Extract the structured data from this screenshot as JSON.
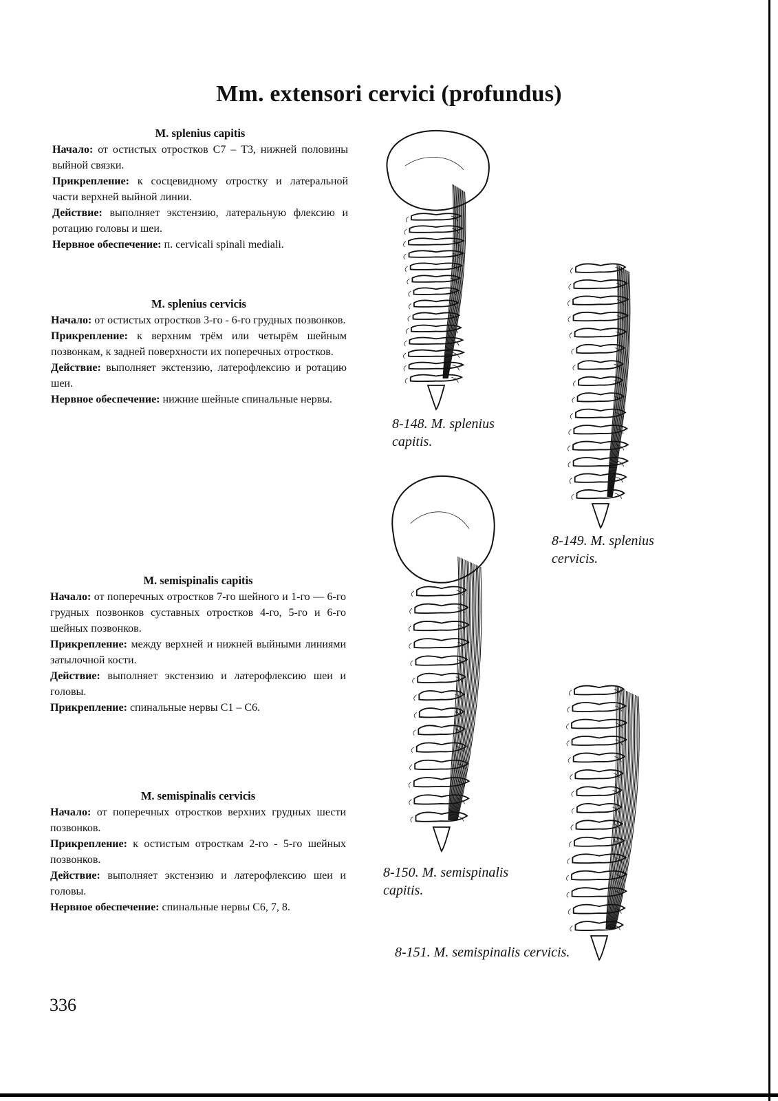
{
  "title": "Mm. extensori cervici (profundus)",
  "sections": [
    {
      "heading": "M. splenius capitis",
      "rows": [
        {
          "label": "Начало:",
          "text": " от остистых отростков С7 – Т3, нижней половины выйной связки."
        },
        {
          "label": "Прикрепление:",
          "text": " к сосцевидному отростку и латеральной части верхней выйной линии."
        },
        {
          "label": "Действие:",
          "text": " выполняет экстензию, латеральную флексию и ротацию головы и шеи."
        },
        {
          "label": "Нервное обеспечение:",
          "text": " п. cervicali spinali mediali."
        }
      ]
    },
    {
      "heading": "M. splenius cervicis",
      "rows": [
        {
          "label": "Начало:",
          "text": " от остистых отростков 3-го - 6-го грудных позвонков."
        },
        {
          "label": "Прикрепление:",
          "text": " к верхним трём или четырём шейным позвонкам, к задней поверхности их поперечных отростков."
        },
        {
          "label": "Действие:",
          "text": " выполняет экстензию, латерофлексию и ротацию шеи."
        },
        {
          "label": "Нервное обеспечение:",
          "text": " нижние шейные спинальные нервы."
        }
      ]
    },
    {
      "heading": "M. semispinalis capitis",
      "rows": [
        {
          "label": "Начало:",
          "text": " от поперечных отростков 7-го шейного и 1-го — 6-го грудных позвонков суставных отростков 4-го, 5-го и 6-го шейных позвонков."
        },
        {
          "label": "Прикрепление:",
          "text": " между верхней и нижней выйными линиями затылочной кости."
        },
        {
          "label": "Действие:",
          "text": " выполняет экстензию и латерофлексию шеи и головы."
        },
        {
          "label": "Прикрепление:",
          "text": " спинальные нервы С1 – С6."
        }
      ]
    },
    {
      "heading": "M. semispinalis cervicis",
      "rows": [
        {
          "label": "Начало:",
          "text": " от поперечных отростков верхних грудных шести позвонков."
        },
        {
          "label": "Прикрепление:",
          "text": " к остистым отросткам 2-го - 5-го шейных позвонков."
        },
        {
          "label": "Действие:",
          "text": " выполняет экстензию и латерофлексию шеи и головы."
        },
        {
          "label": "Нервное обеспечение:",
          "text": " спинальные нервы С6, 7, 8."
        }
      ]
    }
  ],
  "captions": [
    {
      "line1": "8-148. M. splenius",
      "line2": "capitis."
    },
    {
      "line1": "8-149. M. splenius",
      "line2": "cervicis."
    },
    {
      "line1": "8-150. M. semispinalis",
      "line2": "capitis."
    },
    {
      "line1": "8-151. M. semispinalis cervicis.",
      "line2": ""
    }
  ],
  "page_number": "336"
}
